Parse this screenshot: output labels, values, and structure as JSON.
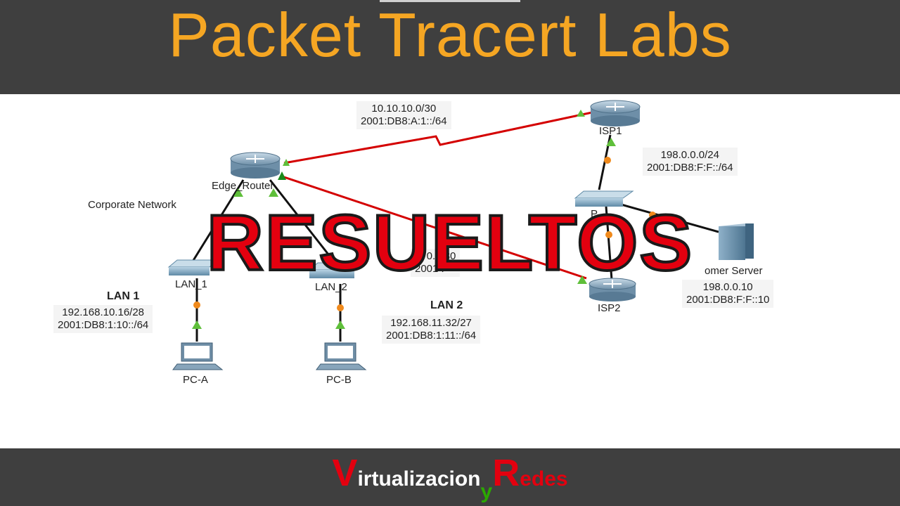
{
  "banner": {
    "title": "Packet Tracert Labs"
  },
  "devices": {
    "edge_router": "Edge_Router",
    "isp1": "ISP1",
    "isp2": "ISP2",
    "lan1_switch": "LAN_1",
    "lan2_switch": "LAN_2",
    "pc_a": "PC-A",
    "pc_b": "PC-B",
    "server": "omer Server",
    "isp_switch": "P"
  },
  "labels": {
    "corporate_network": "Corporate Network",
    "lan1_title": "LAN 1",
    "lan2_title": "LAN 2"
  },
  "networks": {
    "edge_isp1": [
      "10.10.10.0/30",
      "2001:DB8:A:1::/64"
    ],
    "isp1_lan": [
      "198.0.0.0/24",
      "2001:DB8:F:F::/64"
    ],
    "edge_isp2": [
      ".1     0.4/30",
      "2001      :"
    ],
    "server_addr": [
      "198.0.0.10",
      "2001:DB8:F:F::10"
    ],
    "lan1": [
      "192.168.10.16/28",
      "2001:DB8:1:10::/64"
    ],
    "lan2": [
      "192.168.11.32/27",
      "2001:DB8:1:11::/64"
    ]
  },
  "overlay": {
    "text": "RESUELTOS"
  },
  "brand": {
    "v": "V",
    "irtualizacion": "irtualizacion",
    "y": "y",
    "r": "R",
    "edes": "edes"
  },
  "colors": {
    "banner_bg": "#3f3f3f",
    "title": "#f5a623",
    "serial_link": "#d40000",
    "ethernet_link": "#111111",
    "port_up": "#5fbf3a",
    "port_pending": "#f08a1c",
    "overlay": "#e3000f"
  }
}
